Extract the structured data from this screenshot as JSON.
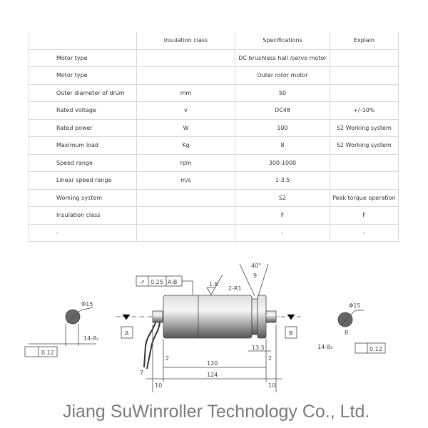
{
  "table": {
    "headers": [
      "",
      "Insulation class",
      "Specifications",
      "Explain"
    ],
    "rows": [
      [
        "Motor type",
        "",
        "DC brushless hall /servo motor",
        ""
      ],
      [
        "Motor type",
        "",
        "Outer rotor motor",
        ""
      ],
      [
        "Outer diameter of drum",
        "mm",
        "50",
        ""
      ],
      [
        "Rated voltage",
        "v",
        "DC48",
        "+/-10%"
      ],
      [
        "Rated power",
        "W",
        "100",
        "S2 Working system"
      ],
      [
        "Maximum load",
        "Kg",
        "8",
        "S2 Working system"
      ],
      [
        "Speed range",
        "rpm",
        "300-1000",
        ""
      ],
      [
        "Linear speed range",
        "m/s",
        "1-3.5",
        ""
      ],
      [
        "Working system",
        "",
        "S2",
        "Peak torque operation"
      ],
      [
        "Insulation class",
        "",
        "F",
        "F"
      ],
      [
        "-",
        "",
        "-",
        "-"
      ]
    ]
  },
  "drawing": {
    "tolerance_frame": [
      "↗",
      "0.25",
      "A-B"
    ],
    "roughness": "1.6",
    "radius": "2-R1",
    "angle": "40°",
    "groove": "9",
    "diameter_left": "Φ15",
    "diameter_right": "Φ15",
    "flat_left": "14-8₂",
    "flat_right": "14-8₂",
    "flat_depth": "8",
    "symmetry_left": "0.12",
    "symmetry_right": "0.12",
    "datum_a": "A",
    "datum_b": "B",
    "dim_13_5": "13.5",
    "dim_2": "2",
    "dim_120": "120",
    "dim_124": "124",
    "dim_10": "10",
    "dim_7": "7"
  },
  "watermark": "Jiang SuWinroller Technology Co., Ltd."
}
